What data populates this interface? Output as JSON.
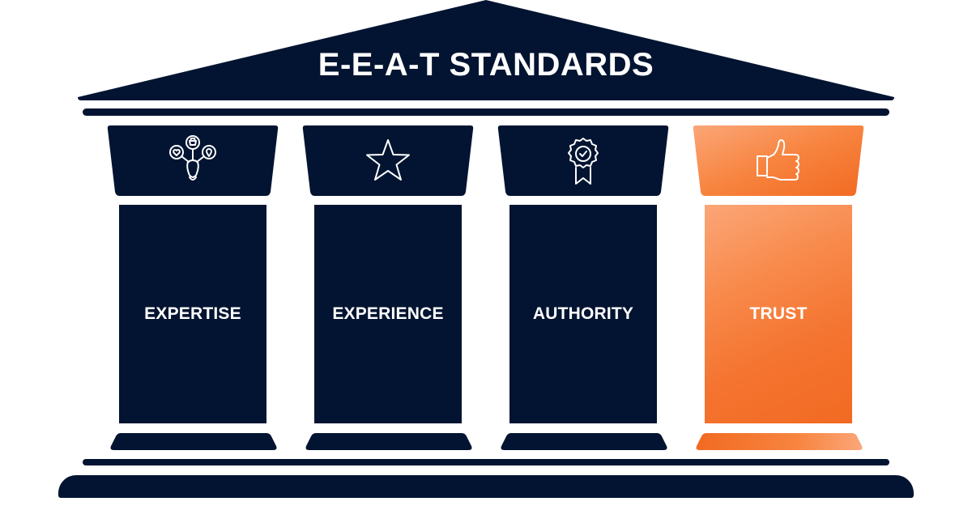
{
  "title": "E-E-A-T STANDARDS",
  "colors": {
    "navy": "#021431",
    "orange_light": "#fba678",
    "orange_dark": "#f26a22",
    "text": "#ffffff",
    "background": "#ffffff"
  },
  "pillars": [
    {
      "label": "EXPERTISE",
      "icon": "person-network-icon",
      "color": "navy"
    },
    {
      "label": "EXPERIENCE",
      "icon": "star-icon",
      "color": "navy"
    },
    {
      "label": "AUTHORITY",
      "icon": "award-badge-icon",
      "color": "navy"
    },
    {
      "label": "TRUST",
      "icon": "thumbs-up-icon",
      "color": "orange"
    }
  ]
}
